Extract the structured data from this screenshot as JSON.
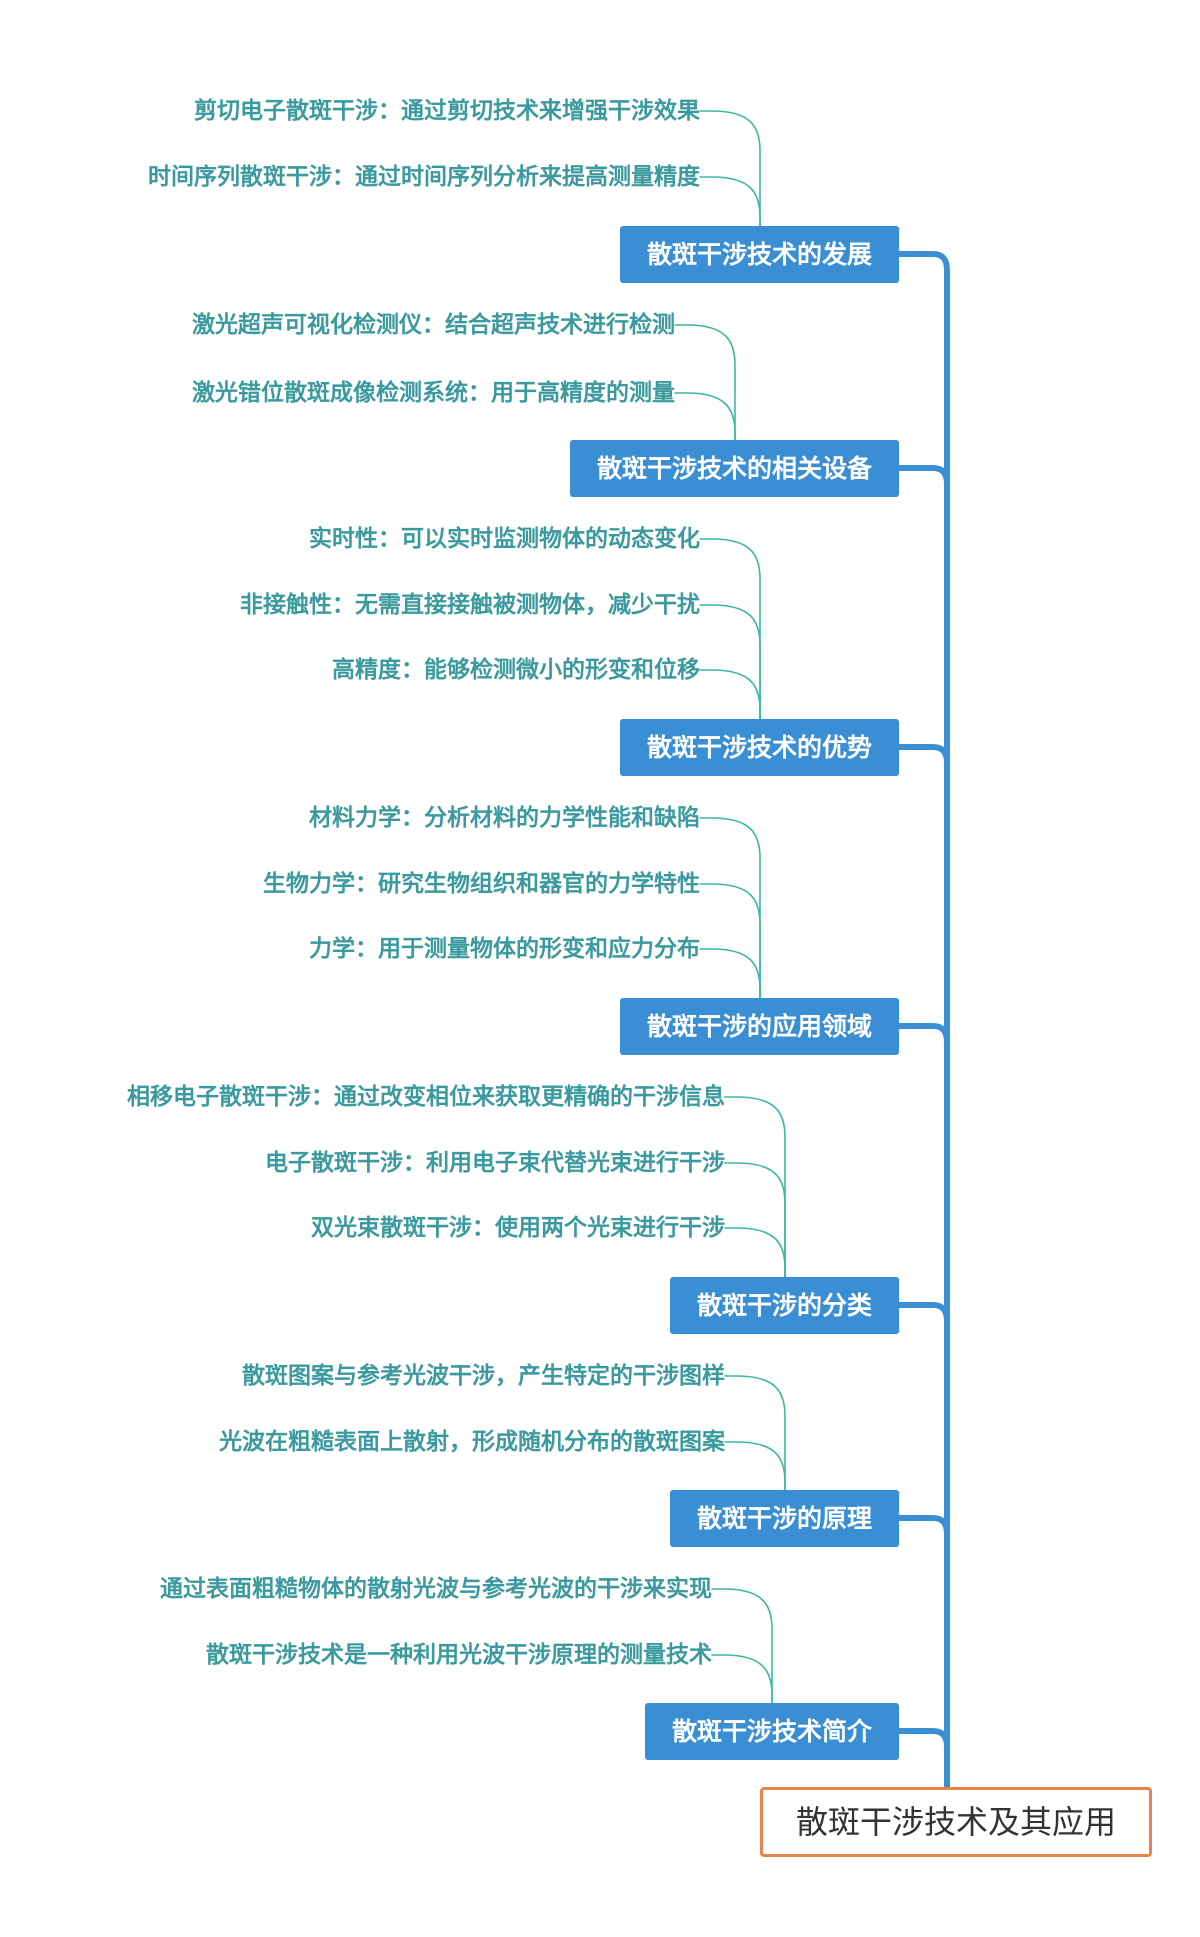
{
  "root": {
    "label": "散斑干涉技术及其应用"
  },
  "colors": {
    "trunk": "#3a8fd4",
    "branch_fill": "#3a8fd4",
    "leaf_line": "#3bb8a0",
    "leaf_text": "#3b9a9e",
    "root_border": "#e8834a"
  },
  "branches": [
    {
      "label": "散斑干涉技术的发展",
      "children": [
        "剪切电子散斑干涉：通过剪切技术来增强干涉效果",
        "时间序列散斑干涉：通过时间序列分析来提高测量精度"
      ]
    },
    {
      "label": "散斑干涉技术的相关设备",
      "children": [
        "激光超声可视化检测仪：结合超声技术进行检测",
        "激光错位散斑成像检测系统：用于高精度的测量"
      ]
    },
    {
      "label": "散斑干涉技术的优势",
      "children": [
        "实时性：可以实时监测物体的动态变化",
        "非接触性：无需直接接触被测物体，减少干扰",
        "高精度：能够检测微小的形变和位移"
      ]
    },
    {
      "label": "散斑干涉的应用领域",
      "children": [
        "材料力学：分析材料的力学性能和缺陷",
        "生物力学：研究生物组织和器官的力学特性",
        "力学：用于测量物体的形变和应力分布"
      ]
    },
    {
      "label": "散斑干涉的分类",
      "children": [
        "相移电子散斑干涉：通过改变相位来获取更精确的干涉信息",
        "电子散斑干涉：利用电子束代替光束进行干涉",
        "双光束散斑干涉：使用两个光束进行干涉"
      ]
    },
    {
      "label": "散斑干涉的原理",
      "children": [
        "散斑图案与参考光波干涉，产生特定的干涉图样",
        "光波在粗糙表面上散射，形成随机分布的散斑图案"
      ]
    },
    {
      "label": "散斑干涉技术简介",
      "children": [
        "通过表面粗糙物体的散射光波与参考光波的干涉来实现",
        "散斑干涉技术是一种利用光波干涉原理的测量技术"
      ]
    }
  ]
}
